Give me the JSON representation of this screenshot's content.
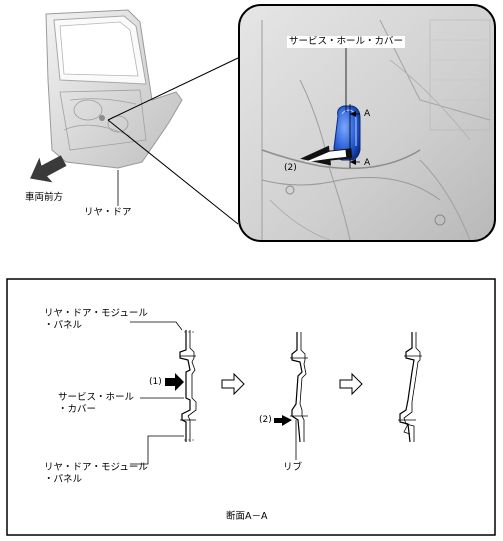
{
  "top": {
    "front_label": "車両前方",
    "door_label": "リヤ・ドア",
    "zoom": {
      "cover_label": "サービス・ホール・カバー",
      "section_marker_top": "A",
      "section_marker_bottom": "A",
      "step2": "(2)"
    }
  },
  "bottom": {
    "panel_top_line1": "リヤ・ドア・モジュール",
    "panel_top_line2": "・パネル",
    "step1": "(1)",
    "cover_line1": "サービス・ホール",
    "cover_line2": "・カバー",
    "panel_bottom_line1": "リヤ・ドア・モジュール",
    "panel_bottom_line2": "・パネル",
    "step2": "(2)",
    "rib_label": "リブ",
    "section_title": "断面A－A"
  }
}
